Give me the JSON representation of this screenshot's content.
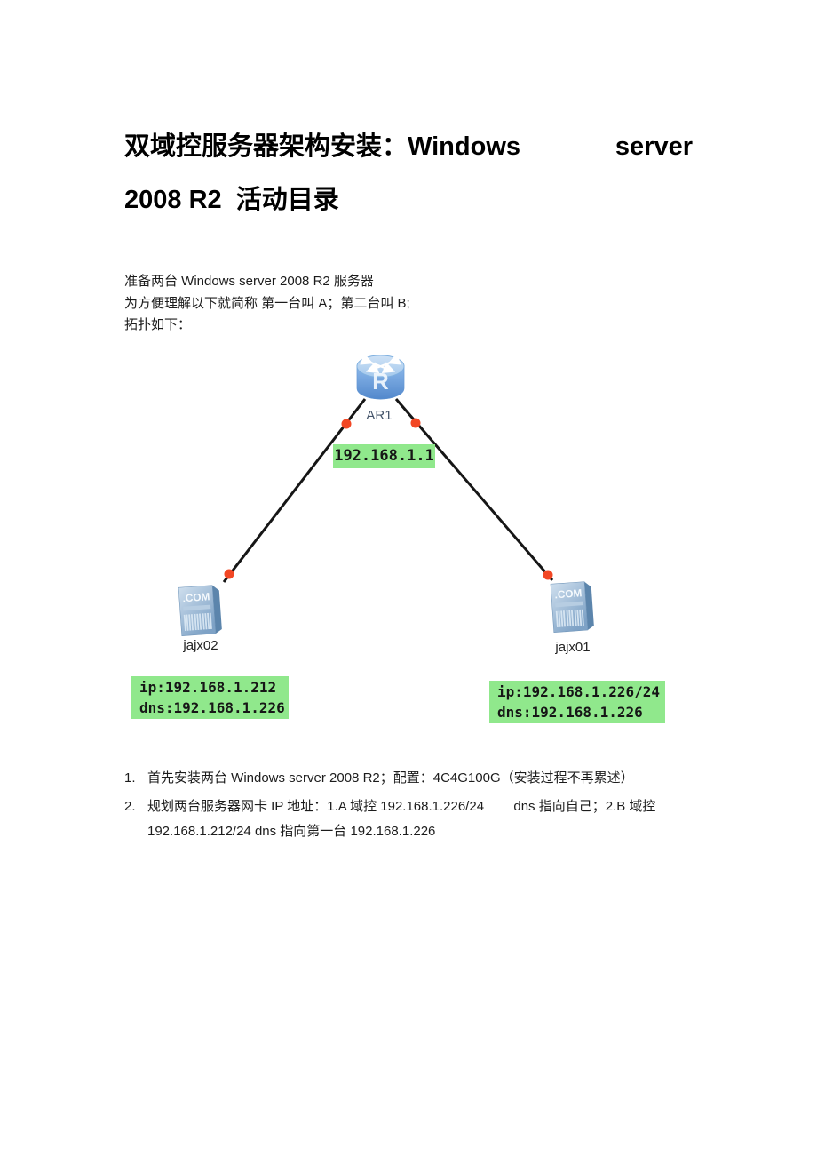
{
  "title": {
    "part1": "双域控服务器架构安装：Windows",
    "part2": "server",
    "line2": "2008 R2  活动目录"
  },
  "intro": {
    "line1": "准备两台 Windows server 2008 R2 服务器",
    "line2": "为方便理解以下就简称 第一台叫 A；第二台叫 B;",
    "line3": "拓扑如下："
  },
  "topology": {
    "router": {
      "label": "AR1",
      "letter": "R",
      "interface_ip": "192.168.1.1"
    },
    "servers": [
      {
        "name": "jajx02",
        "icon_text": ".COM",
        "ip_info": "ip:192.168.1.212\ndns:192.168.1.226"
      },
      {
        "name": "jajx01",
        "icon_text": ".COM",
        "ip_info": "ip:192.168.1.226/24\ndns:192.168.1.226"
      }
    ],
    "colors": {
      "highlight_green": "#90e88c",
      "link_line": "#161616",
      "port_dot_red": "#f24724",
      "router_blue": "#6fa3de",
      "server_blue": "#7ea2c6",
      "router_label_color": "#44546a",
      "server_label_color": "#222222"
    }
  },
  "steps": [
    {
      "number": "1.",
      "text": "首先安装两台 Windows server 2008 R2；配置：4C4G100G（安装过程不再累述）"
    },
    {
      "number": "2.",
      "text": "规划两台服务器网卡 IP 地址：1.A 域控 192.168.1.226/24        dns 指向自己；2.B 域控\n192.168.1.212/24 dns 指向第一台 192.168.1.226"
    }
  ]
}
